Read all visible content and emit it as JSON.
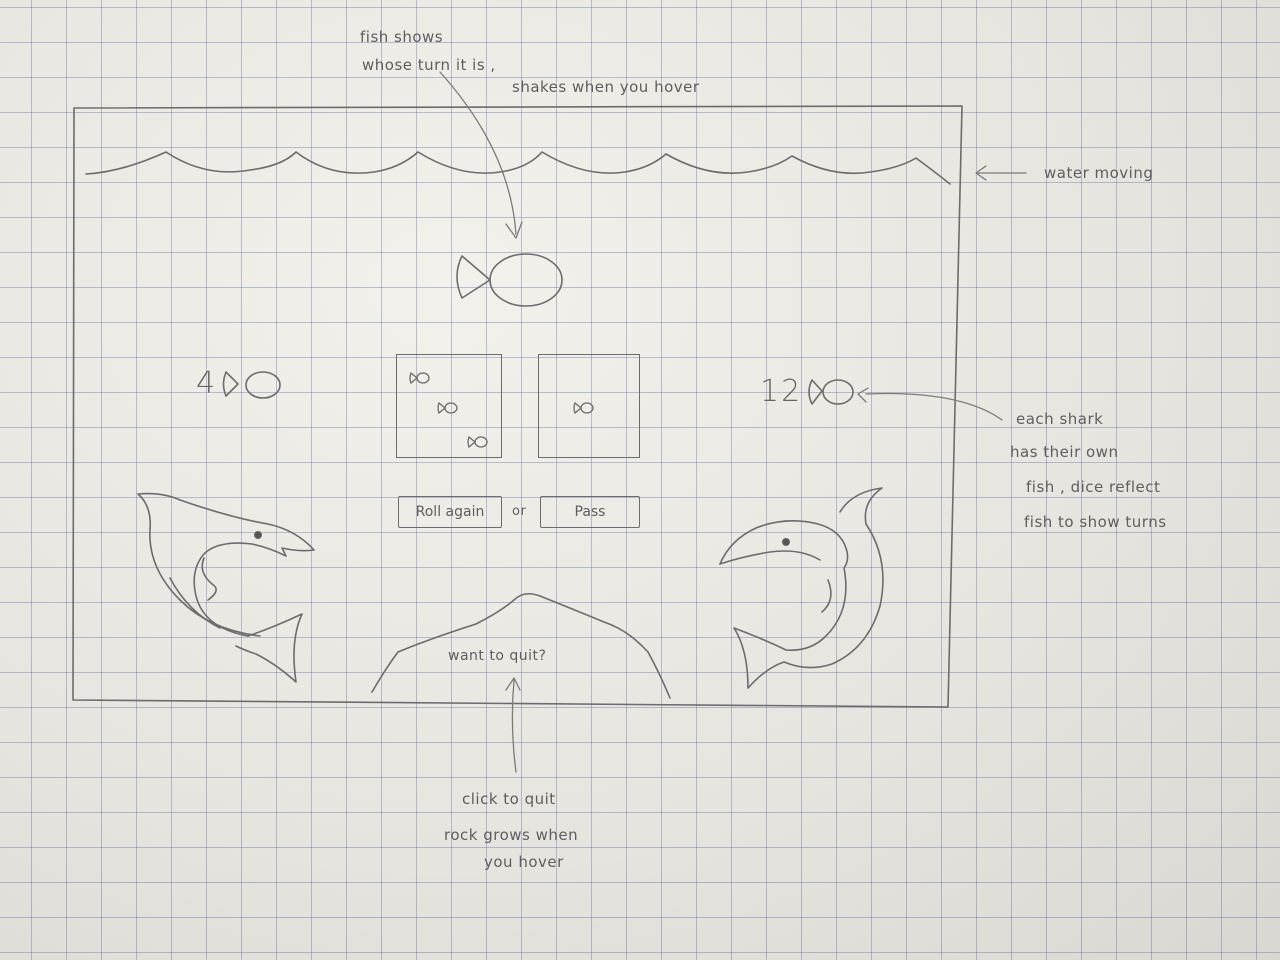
{
  "annotations": {
    "fish_turn": [
      "fish shows",
      "whose turn it is ,"
    ],
    "fish_hover": "shakes when you hover",
    "water": "water moving",
    "shark_fish": [
      "each shark",
      "has their own",
      "fish , dice reflect",
      "fish to show turns"
    ],
    "rock_click": "click to quit",
    "rock_grow": [
      "rock grows when",
      "you hover"
    ]
  },
  "scores": {
    "left": "4",
    "right": "12"
  },
  "dice": {
    "left_pips": 3,
    "right_pips": 1
  },
  "controls": {
    "roll_again_label": "Roll again",
    "or_label": "or",
    "pass_label": "Pass"
  },
  "rock": {
    "label": "want to quit?"
  },
  "icons": {
    "score_left": "fish-icon",
    "score_right": "fish-icon",
    "turn": "fish-icon",
    "left_player": "shark-icon",
    "right_player": "shark-icon",
    "quit": "rock-icon"
  }
}
